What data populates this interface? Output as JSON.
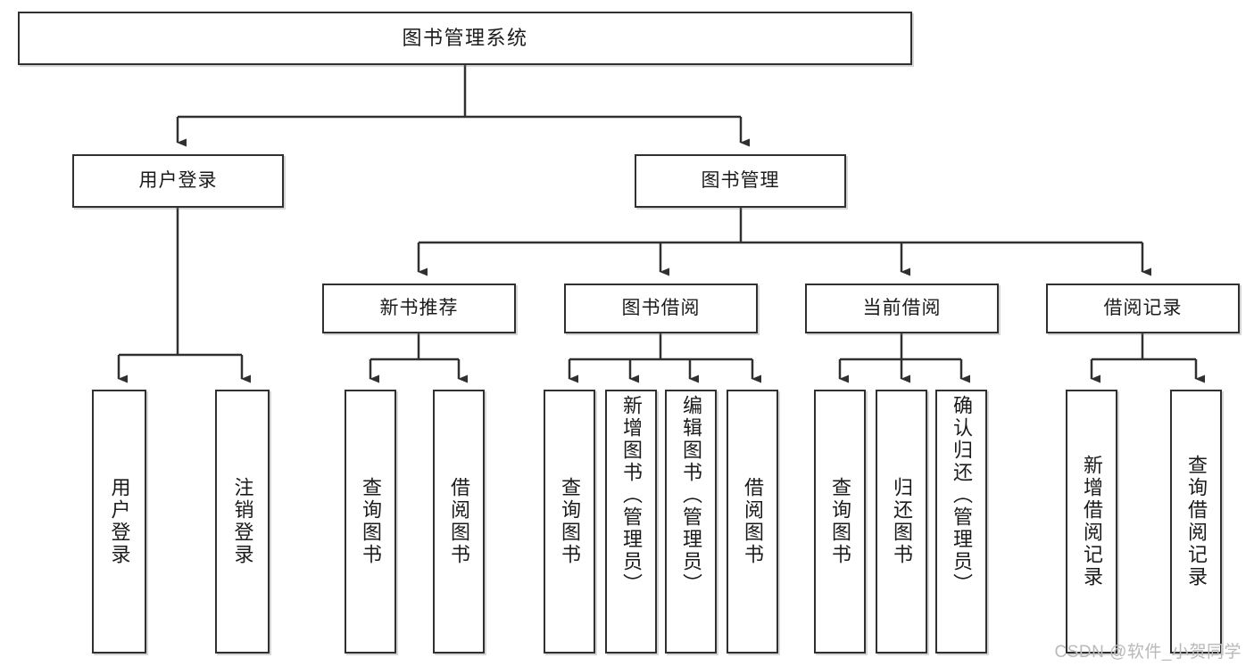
{
  "diagram": {
    "type": "tree",
    "title": "图书管理系统",
    "watermark": "CSDN @软件_小贺同学",
    "colors": {
      "border": "#303030",
      "fill": "#ffffff",
      "text": "#1b1b1b",
      "edge": "#303030",
      "watermark": "#b9b9b9"
    },
    "nodes": {
      "root": {
        "label": "图书管理系统",
        "level": 0,
        "orientation": "horizontal"
      },
      "l1": [
        {
          "id": "user-login",
          "label": "用户登录",
          "level": 1,
          "orientation": "horizontal"
        },
        {
          "id": "book-manage",
          "label": "图书管理",
          "level": 1,
          "orientation": "horizontal"
        }
      ],
      "l2": [
        {
          "id": "new-book-rec",
          "label": "新书推荐",
          "level": 2,
          "orientation": "horizontal",
          "parent": "book-manage"
        },
        {
          "id": "book-borrow",
          "label": "图书借阅",
          "level": 2,
          "orientation": "horizontal",
          "parent": "book-manage"
        },
        {
          "id": "current-borrow",
          "label": "当前借阅",
          "level": 2,
          "orientation": "horizontal",
          "parent": "book-manage"
        },
        {
          "id": "borrow-record",
          "label": "借阅记录",
          "level": 2,
          "orientation": "horizontal",
          "parent": "book-manage"
        }
      ],
      "leaves": [
        {
          "id": "leaf-user-login",
          "label": "用户登录",
          "parent": "user-login",
          "orientation": "vertical"
        },
        {
          "id": "leaf-logout",
          "label": "注销登录",
          "parent": "user-login",
          "orientation": "vertical"
        },
        {
          "id": "leaf-query-book-1",
          "label": "查询图书",
          "parent": "new-book-rec",
          "orientation": "vertical"
        },
        {
          "id": "leaf-borrow-book-1",
          "label": "借阅图书",
          "parent": "new-book-rec",
          "orientation": "vertical"
        },
        {
          "id": "leaf-query-book-2",
          "label": "查询图书",
          "parent": "book-borrow",
          "orientation": "vertical"
        },
        {
          "id": "leaf-add-book",
          "label": "新增图书（管理员）",
          "parent": "book-borrow",
          "orientation": "vertical"
        },
        {
          "id": "leaf-edit-book",
          "label": "编辑图书（管理员）",
          "parent": "book-borrow",
          "orientation": "vertical"
        },
        {
          "id": "leaf-borrow-book-2",
          "label": "借阅图书",
          "parent": "book-borrow",
          "orientation": "vertical"
        },
        {
          "id": "leaf-query-book-3",
          "label": "查询图书",
          "parent": "current-borrow",
          "orientation": "vertical"
        },
        {
          "id": "leaf-return-book",
          "label": "归还图书",
          "parent": "current-borrow",
          "orientation": "vertical"
        },
        {
          "id": "leaf-confirm-return",
          "label": "确认归还（管理员）",
          "parent": "current-borrow",
          "orientation": "vertical"
        },
        {
          "id": "leaf-add-record",
          "label": "新增借阅记录",
          "parent": "borrow-record",
          "orientation": "vertical"
        },
        {
          "id": "leaf-query-record",
          "label": "查询借阅记录",
          "parent": "borrow-record",
          "orientation": "vertical"
        }
      ]
    }
  }
}
